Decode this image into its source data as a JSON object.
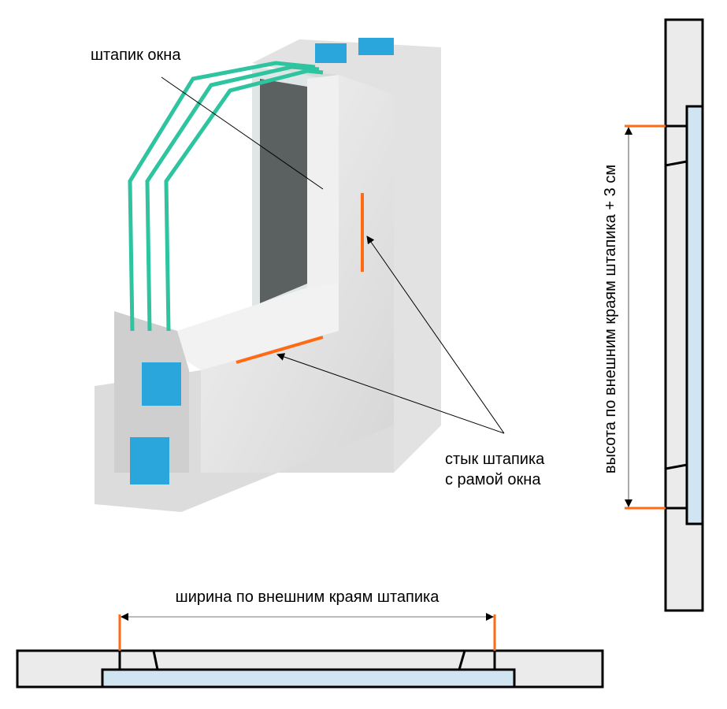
{
  "labels": {
    "bead": "штапик окна",
    "joint_line1": "стык штапика",
    "joint_line2": "с рамой окна",
    "width": "ширина по внешним краям штапика",
    "height": "высота по внешним краям штапика + 3 см"
  },
  "colors": {
    "marker": "#ff6a13",
    "glass": "#d0e4f1",
    "frame": "#ebebeb",
    "seal": "#2ec4a0",
    "chamber": "#2aa6dc"
  }
}
